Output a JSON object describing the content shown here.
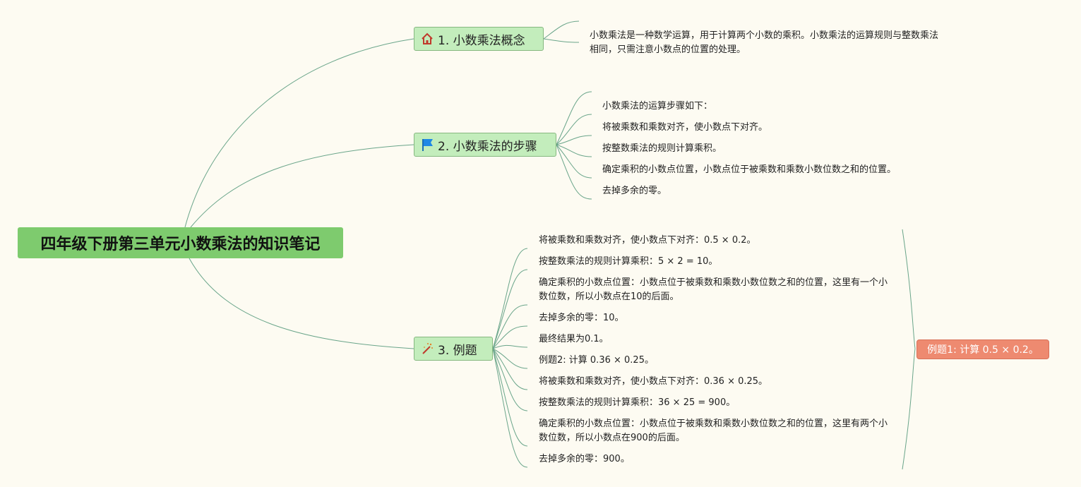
{
  "root": {
    "title": "四年级下册第三单元小数乘法的知识笔记"
  },
  "topics": [
    {
      "label": "1. 小数乘法概念",
      "icon": "home-icon",
      "leaves": [
        "小数乘法是一种数学运算，用于计算两个小数的乘积。小数乘法的运算规则与整数乘法相同，只需注意小数点的位置的处理。"
      ]
    },
    {
      "label": "2. 小数乘法的步骤",
      "icon": "flag-icon",
      "leaves": [
        "小数乘法的运算步骤如下：",
        "将被乘数和乘数对齐，使小数点下对齐。",
        "按整数乘法的规则计算乘积。",
        "确定乘积的小数点位置，小数点位于被乘数和乘数小数位数之和的位置。",
        "去掉多余的零。"
      ]
    },
    {
      "label": "3. 例题",
      "icon": "magic-wand-icon",
      "leaves": [
        "将被乘数和乘数对齐，使小数点下对齐：0.5 × 0.2。",
        "按整数乘法的规则计算乘积：5 × 2 = 10。",
        "确定乘积的小数点位置：小数点位于被乘数和乘数小数位数之和的位置，这里有一个小数位数，所以小数点在10的后面。",
        "去掉多余的零：10。",
        "最终结果为0.1。",
        "例题2: 计算 0.36 × 0.25。",
        "将被乘数和乘数对齐，使小数点下对齐：0.36 × 0.25。",
        "按整数乘法的规则计算乘积：36 × 25 = 900。",
        "确定乘积的小数点位置：小数点位于被乘数和乘数小数位数之和的位置，这里有两个小数位数，所以小数点在900的后面。",
        "去掉多余的零：900。"
      ],
      "summary": "例题1: 计算 0.5 × 0.2。"
    }
  ],
  "colors": {
    "background": "#fdfbf2",
    "root": "#7ecb6e",
    "topic": "#c3edbc",
    "line": "#5a9a7a",
    "summary": "#ee8a70"
  }
}
